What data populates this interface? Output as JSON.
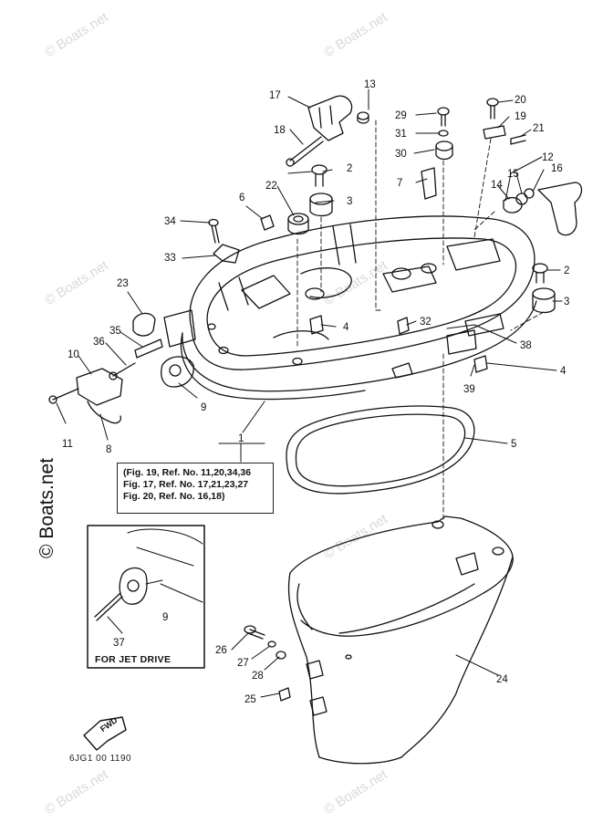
{
  "watermark": "© Boats.net",
  "callouts": [
    "1",
    "2",
    "3",
    "4",
    "5",
    "6",
    "7",
    "8",
    "9",
    "10",
    "11",
    "12",
    "13",
    "14",
    "15",
    "16",
    "17",
    "18",
    "19",
    "20",
    "21",
    "22",
    "23",
    "24",
    "25",
    "26",
    "27",
    "28",
    "29",
    "30",
    "31",
    "32",
    "33",
    "34",
    "35",
    "36",
    "37",
    "38",
    "39"
  ],
  "note_lines": [
    "(Fig. 19, Ref. No. 11,20,34,36",
    "Fig. 17, Ref. No. 17,21,23,27",
    "Fig. 20, Ref. No. 16,18)"
  ],
  "jet_drive_label": "FOR JET DRIVE",
  "fwd_label": "FWD",
  "drawing_code": "6JG1 00 1190"
}
